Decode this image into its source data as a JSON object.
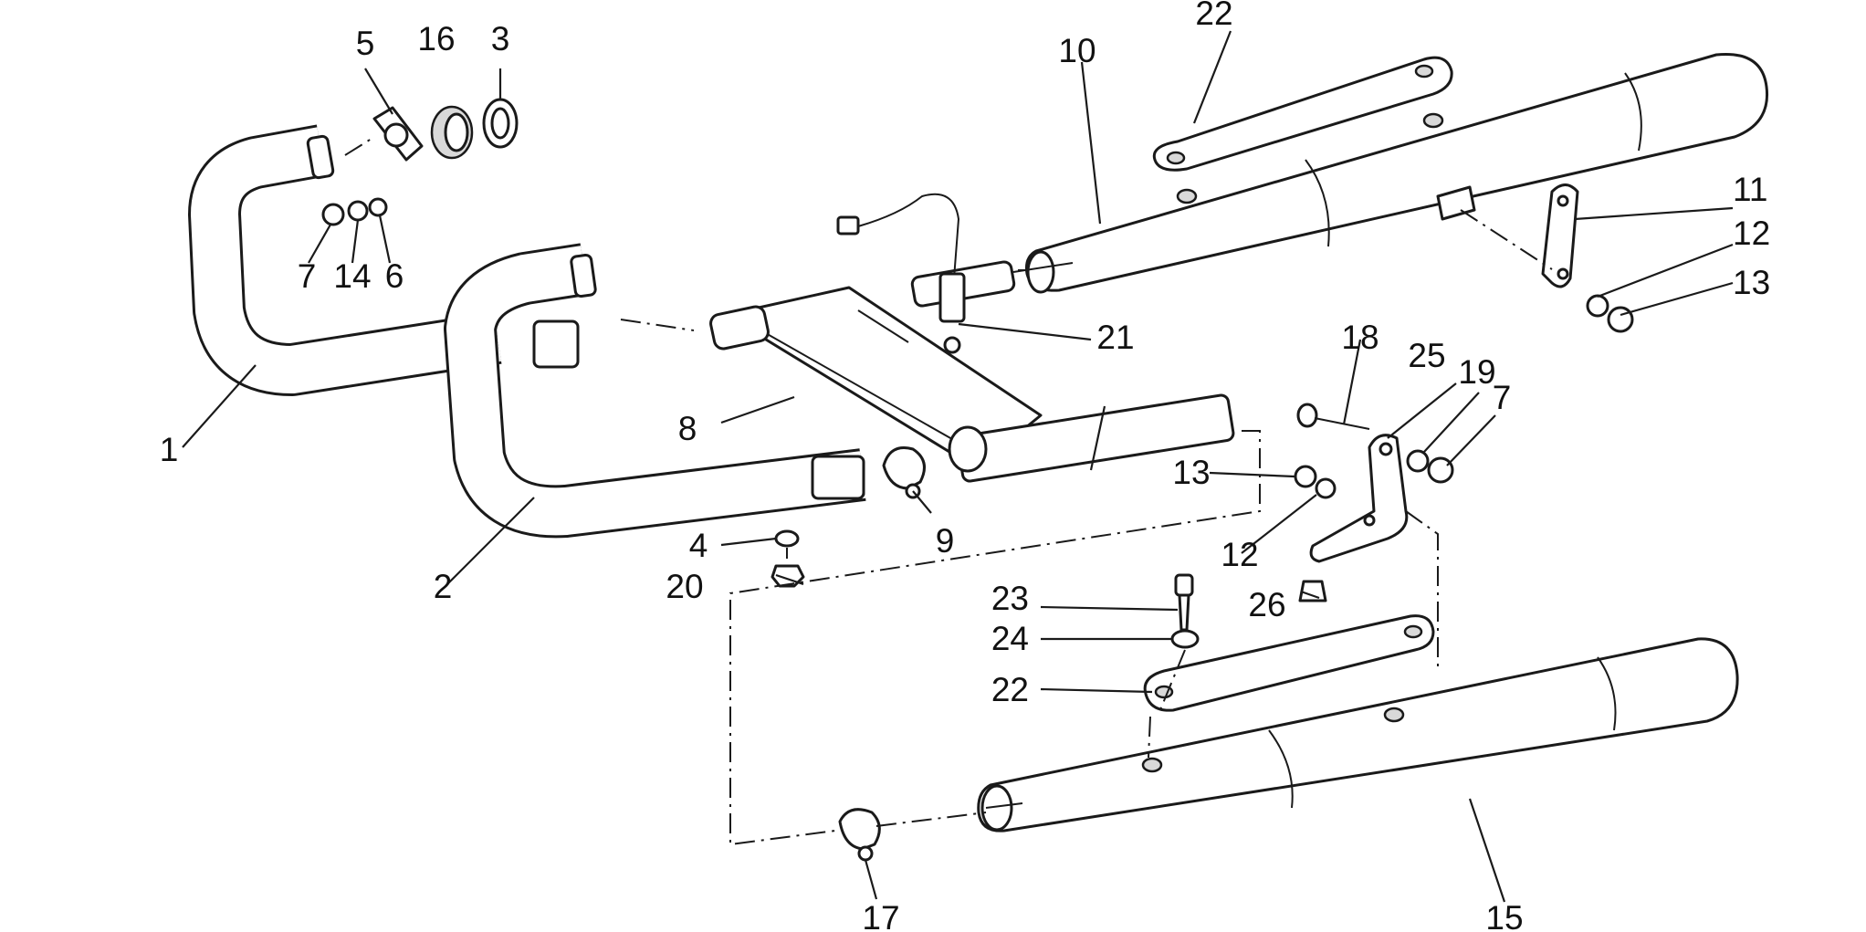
{
  "callouts": [
    {
      "id": "c1",
      "text": "1"
    },
    {
      "id": "c2",
      "text": "2"
    },
    {
      "id": "c3",
      "text": "3"
    },
    {
      "id": "c4",
      "text": "4"
    },
    {
      "id": "c5",
      "text": "5"
    },
    {
      "id": "c6",
      "text": "6"
    },
    {
      "id": "c7a",
      "text": "7"
    },
    {
      "id": "c7b",
      "text": "7"
    },
    {
      "id": "c8",
      "text": "8"
    },
    {
      "id": "c9",
      "text": "9"
    },
    {
      "id": "c10",
      "text": "10"
    },
    {
      "id": "c11",
      "text": "11"
    },
    {
      "id": "c12a",
      "text": "12"
    },
    {
      "id": "c12b",
      "text": "12"
    },
    {
      "id": "c13a",
      "text": "13"
    },
    {
      "id": "c13b",
      "text": "13"
    },
    {
      "id": "c14",
      "text": "14"
    },
    {
      "id": "c15",
      "text": "15"
    },
    {
      "id": "c16",
      "text": "16"
    },
    {
      "id": "c17",
      "text": "17"
    },
    {
      "id": "c18",
      "text": "18"
    },
    {
      "id": "c19",
      "text": "19"
    },
    {
      "id": "c20",
      "text": "20"
    },
    {
      "id": "c21",
      "text": "21"
    },
    {
      "id": "c22a",
      "text": "22"
    },
    {
      "id": "c22b",
      "text": "22"
    },
    {
      "id": "c23",
      "text": "23"
    },
    {
      "id": "c24",
      "text": "24"
    },
    {
      "id": "c25",
      "text": "25"
    },
    {
      "id": "c26",
      "text": "26"
    }
  ]
}
